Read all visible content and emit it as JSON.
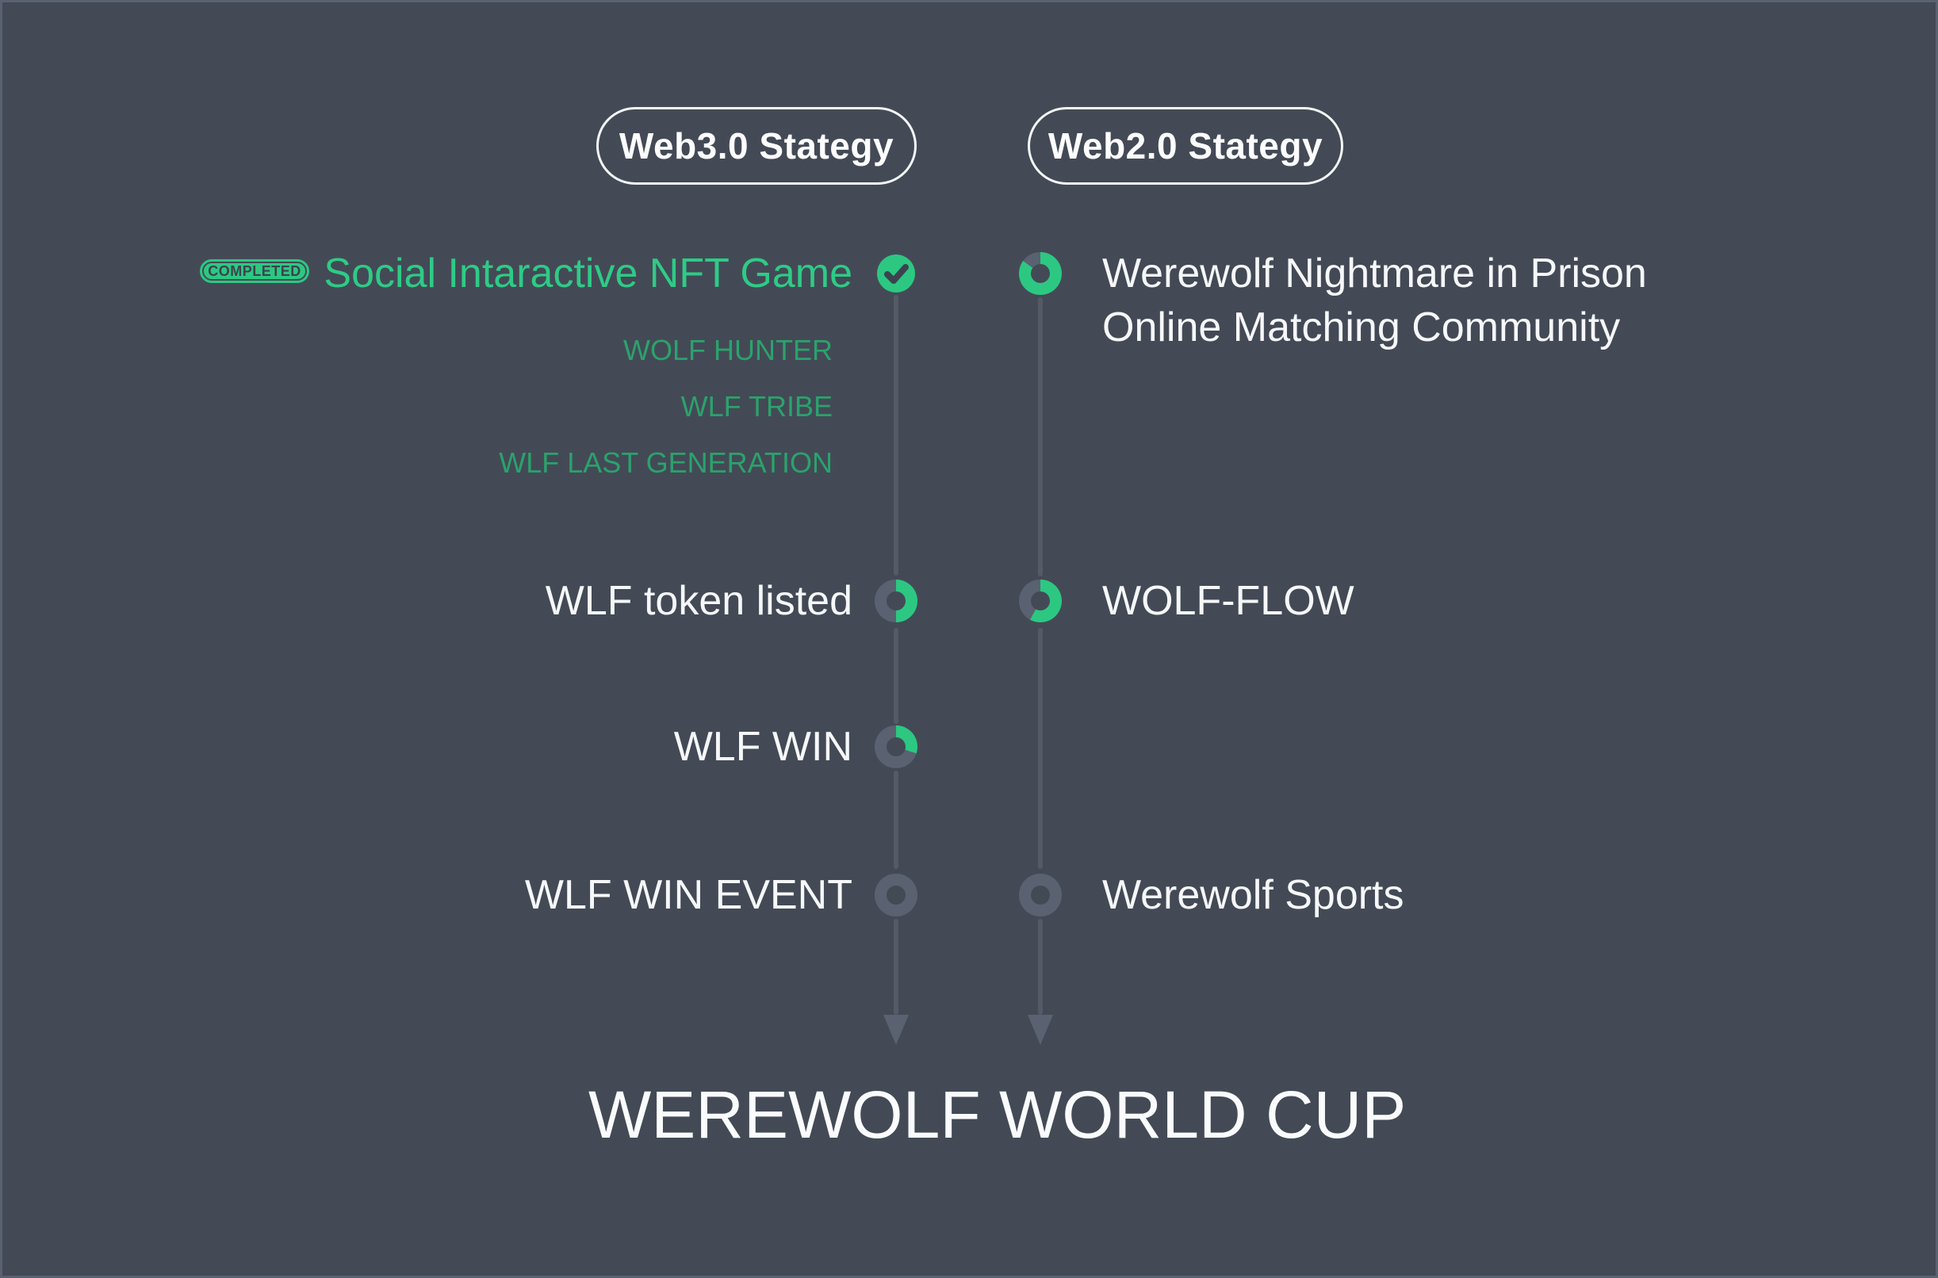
{
  "colors": {
    "background": "#434a56",
    "green": "#2cc882",
    "green_text": "#2ecb86",
    "green_dim": "#2ba26c",
    "ring_gray": "#5a6170",
    "line_gray": "#545b67",
    "white": "#f6f7f9"
  },
  "badge": {
    "label": "COMPLETED"
  },
  "web3": {
    "pill_label": "Web3.0 Stategy",
    "items": [
      {
        "label": "Social Intaractive NFT Game",
        "status": "completed",
        "progress": 100
      },
      {
        "label": "WLF token listed",
        "progress": 50
      },
      {
        "label": "WLF WIN",
        "progress": 30
      },
      {
        "label": "WLF WIN EVENT",
        "progress": 0
      }
    ],
    "sub_items": [
      "WOLF HUNTER",
      "WLF TRIBE",
      "WLF LAST GENERATION"
    ]
  },
  "web2": {
    "pill_label": "Web2.0 Stategy",
    "items": [
      {
        "label": "Werewolf Nightmare in Prison Online Matching Community",
        "lines": [
          "Werewolf Nightmare in Prison",
          "Online Matching Community"
        ],
        "progress": 85
      },
      {
        "label": "WOLF-FLOW",
        "progress": 58
      },
      {
        "label": "Werewolf Sports",
        "progress": 0
      }
    ]
  },
  "footer": {
    "title": "WEREWOLF WORLD CUP"
  }
}
